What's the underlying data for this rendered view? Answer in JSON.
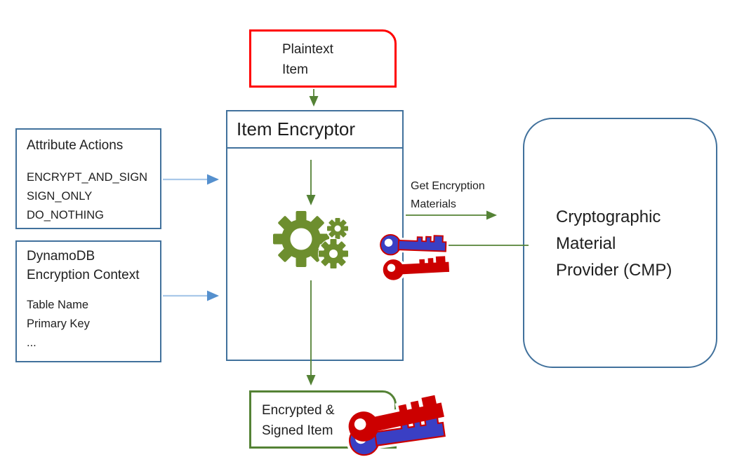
{
  "boxes": {
    "plaintext": {
      "line1": "Plaintext",
      "line2": "Item"
    },
    "item_encryptor": {
      "title": "Item Encryptor"
    },
    "attribute_actions": {
      "title": "Attribute Actions",
      "items": [
        "ENCRYPT_AND_SIGN",
        "SIGN_ONLY",
        "DO_NOTHING"
      ]
    },
    "encryption_context": {
      "title_line1": "DynamoDB",
      "title_line2": "Encryption Context",
      "items": [
        "Table Name",
        "Primary Key",
        "..."
      ]
    },
    "cmp": {
      "line1": "Cryptographic",
      "line2": "Material",
      "line3": "Provider (CMP)"
    },
    "encrypted": {
      "line1": "Encrypted &",
      "line2": "Signed Item"
    }
  },
  "labels": {
    "get_materials": {
      "line1": "Get Encryption",
      "line2": "Materials"
    }
  },
  "icons": {
    "gears": "gears-icon",
    "key_blue": "key-icon-blue",
    "key_red": "key-icon-red"
  },
  "colors": {
    "box_border_blue": "#41719C",
    "plaintext_border_red": "#FF0000",
    "green": "#548235",
    "gear_green": "#6D8E2E",
    "key_blue": "#3A3FC4",
    "key_red": "#CC0000",
    "arrow_blue_line": "#A9C8E9",
    "arrow_blue_head": "#5590CE"
  }
}
